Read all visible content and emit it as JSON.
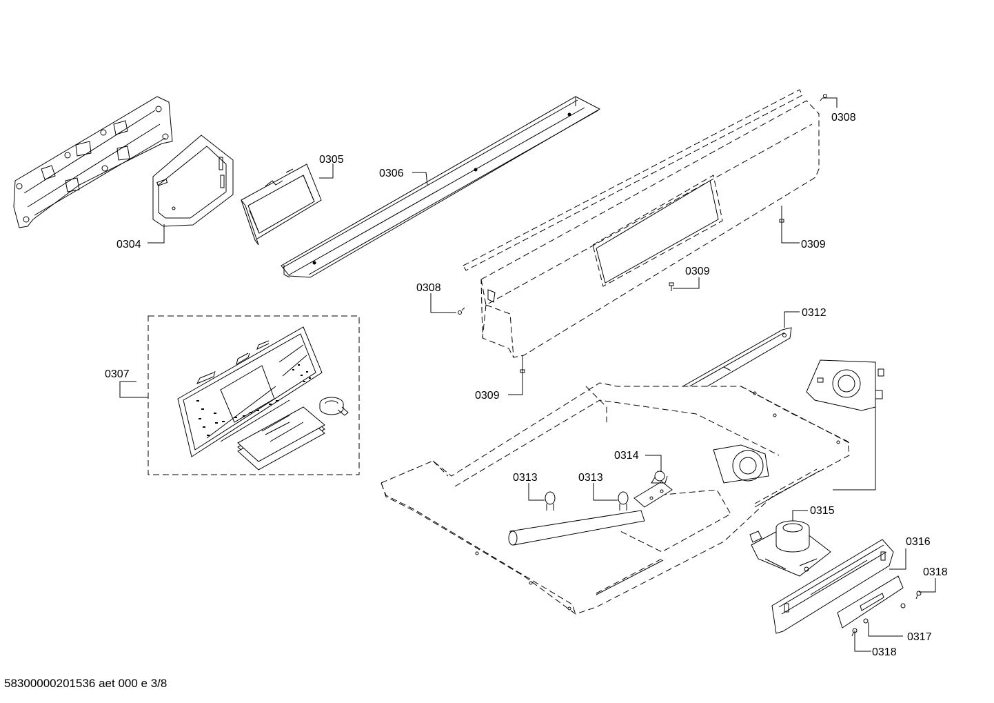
{
  "diagram": {
    "labels": {
      "l0304": "0304",
      "l0305": "0305",
      "l0306": "0306",
      "l0307": "0307",
      "l0308a": "0308",
      "l0308b": "0308",
      "l0309a": "0309",
      "l0309b": "0309",
      "l0309c": "0309",
      "l0312": "0312",
      "l0313a": "0313",
      "l0313b": "0313",
      "l0314": "0314",
      "l0315": "0315",
      "l0316": "0316",
      "l0317": "0317",
      "l0318a": "0318",
      "l0318b": "0318"
    },
    "footer": "58300000201536 aet 000 e 3/8"
  }
}
